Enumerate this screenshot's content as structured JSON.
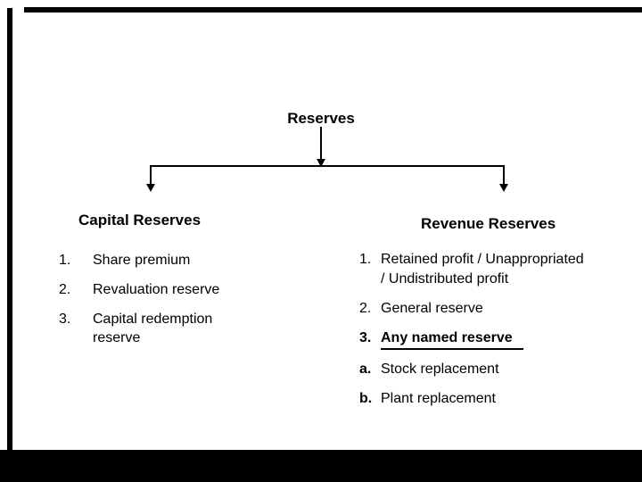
{
  "slide": {
    "title": "Reserves",
    "left_branch": {
      "heading": "Capital Reserves",
      "items": [
        {
          "num": "1.",
          "lines": [
            "Share premium"
          ]
        },
        {
          "num": "2.",
          "lines": [
            "Revaluation reserve"
          ]
        },
        {
          "num": "3.",
          "lines": [
            "Capital redemption",
            "reserve"
          ]
        }
      ]
    },
    "right_branch": {
      "heading": "Revenue Reserves",
      "items": [
        {
          "num": "1.",
          "lines": [
            "Retained profit / Unappropriated",
            "/ Undistributed profit"
          ]
        },
        {
          "num": "2.",
          "lines": [
            "General reserve"
          ]
        },
        {
          "num": "3.",
          "lines": [
            "Any named reserve"
          ]
        }
      ],
      "subitems": [
        {
          "num": "a.",
          "text": "Stock replacement"
        },
        {
          "num": "b.",
          "text": "Plant replacement"
        }
      ]
    },
    "colors": {
      "background": "#ffffff",
      "text": "#000000",
      "line": "#000000",
      "frame": "#000000"
    }
  }
}
